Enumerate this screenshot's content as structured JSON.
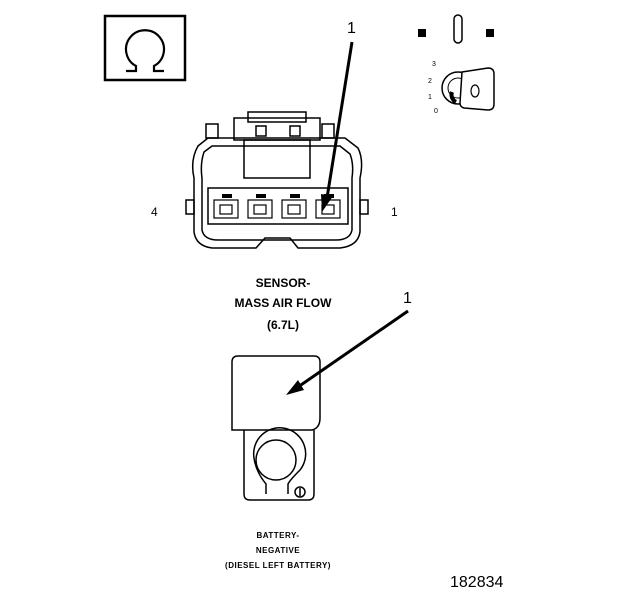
{
  "callouts": {
    "connector_pointer": "1",
    "battery_pointer": "1"
  },
  "connector": {
    "left_pin": "4",
    "right_pin": "1"
  },
  "sensor_label": {
    "line1": "SENSOR-",
    "line2": "MASS AIR FLOW",
    "line3": "(6.7L)"
  },
  "ignition_key": {
    "positions": [
      "3",
      "2",
      "1",
      "0"
    ]
  },
  "battery_label": {
    "line1": "BATTERY-",
    "line2": "NEGATIVE",
    "line3": "(DIESEL LEFT BATTERY)"
  },
  "figure_number": "182834",
  "icons": [
    "ohm-symbol-icon",
    "ignition-switch-icon",
    "key-icon",
    "arrow-icon",
    "connector-icon",
    "battery-terminal-icon"
  ]
}
